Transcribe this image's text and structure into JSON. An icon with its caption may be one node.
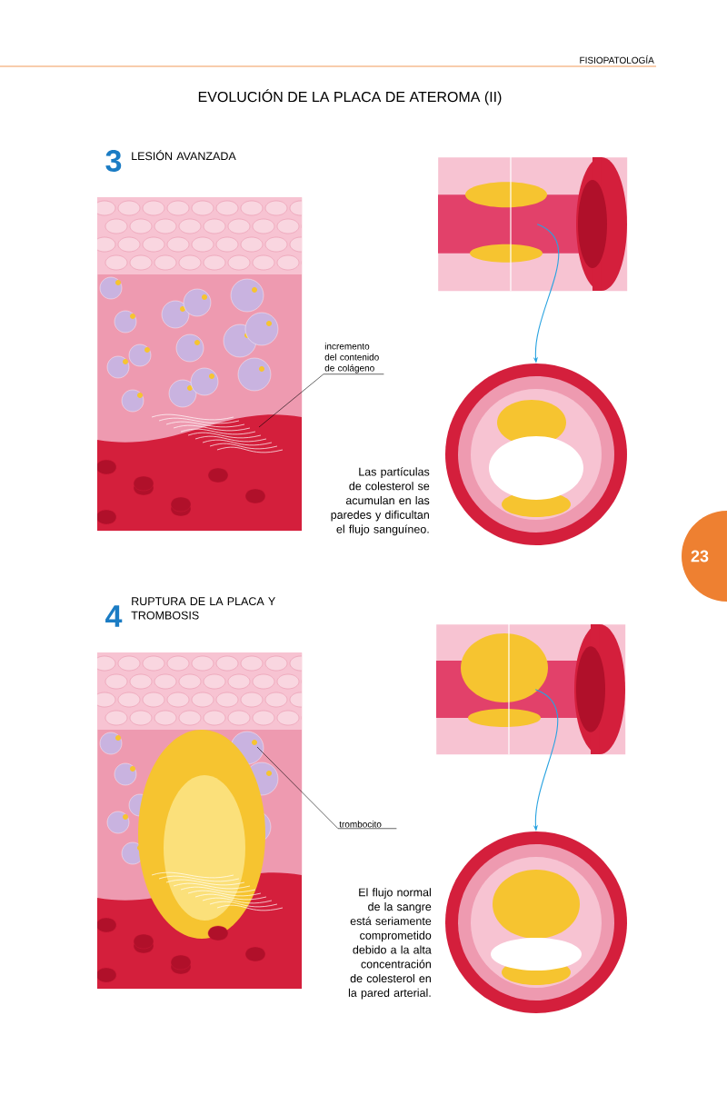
{
  "diagram": {
    "title": "EVOLUCIÓN DE LA PLACA DE ATEROMA (II)",
    "nodes": [
      {
        "text": [],
        "shape": "picture"
      },
      {
        "text": [
          "incremento del contenido de colágeno"
        ]
      },
      {
        "text": [],
        "shape": "picture"
      },
      {
        "text": [],
        "shape": "picture"
      },
      {
        "text": [],
        "shape": "picture"
      },
      {
        "text": [
          "trombocito"
        ]
      },
      {
        "text": [],
        "shape": "picture"
      },
      {
        "text": [],
        "shape": "picture"
      }
    ],
    "edges": [
      {
        "from": 1,
        "to": 0,
        "arrow": "none"
      },
      {
        "from": 2,
        "to": 3,
        "arrow": "to",
        "color": "#29a3e0"
      },
      {
        "from": 5,
        "to": 4,
        "arrow": "none"
      },
      {
        "from": 6,
        "to": 7,
        "arrow": "to",
        "color": "#29a3e0"
      }
    ],
    "labels": [
      "FISIOPATOLOGÍA",
      "3",
      "LESIÓN AVANZADA",
      "Las partículas de colesterol se acumulan en las paredes y dificultan el flujo sanguíneo.",
      "23",
      "4",
      "RUPTURA DE LA PLACA Y TROMBOSIS",
      "El flujo normal de la sangre está seriamente comprometido debido a la alta concentración de colesterol en la pared arterial."
    ]
  }
}
